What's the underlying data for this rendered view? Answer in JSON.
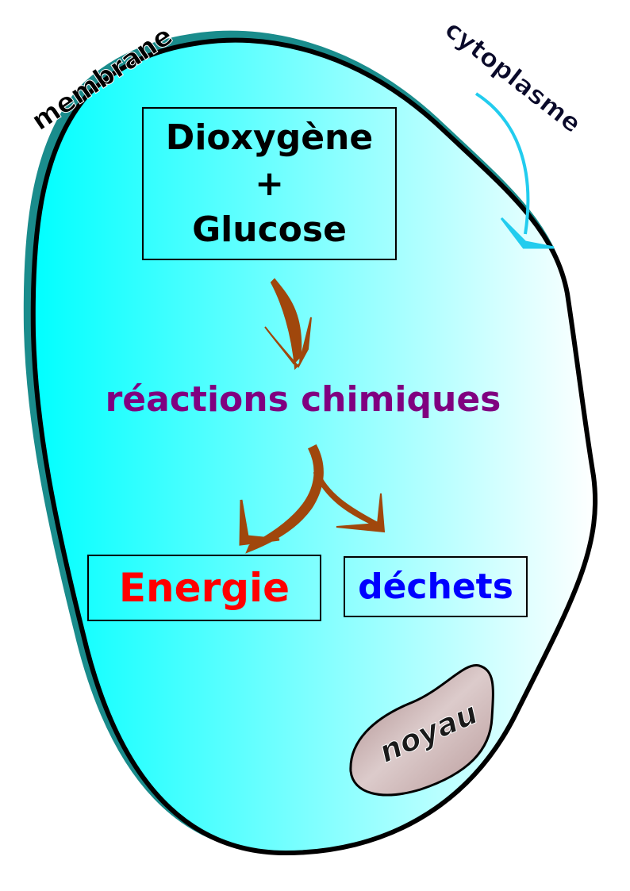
{
  "labels": {
    "membrane": "membrane",
    "cytoplasme": "cytoplasme",
    "noyau": "noyau"
  },
  "input": {
    "line1": "Dioxygène",
    "line2": "+",
    "line3": "Glucose"
  },
  "process": {
    "text": "réactions chimiques"
  },
  "outputs": {
    "energie": "Energie",
    "dechets": "déchets"
  },
  "colors": {
    "cell_fill_left": "#00ffff",
    "cell_fill_right": "#ffffff",
    "cell_outline": "#000000",
    "cell_outline_shadow": "#00cccc",
    "arrow": "#a0470c",
    "cytoplasme_pointer": "#22ccee",
    "process_text": "#800080",
    "energie_text": "#ff0000",
    "dechets_text": "#0000ff",
    "noyau_fill": "#c9a9a9"
  }
}
